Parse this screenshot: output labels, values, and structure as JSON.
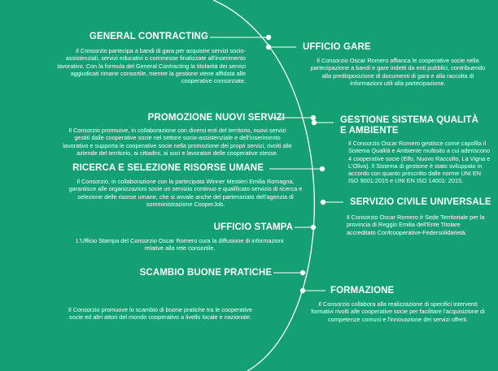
{
  "colors": {
    "background": "#14a073",
    "text": "#ffffff",
    "lines": "#ffffff"
  },
  "sections": {
    "general_contracting": {
      "title": "GENERAL CONTRACTING",
      "text": "Il Consorzio partecipa a bandi di gara per acquisire servizi socio-assistenziali, servizi educativi o commesse finalizzate all'inserimento lavorativo. Con la formula del General Contracting la titolarità dei servizi aggiudicati rimane consortile, mentre la gestione viene affidata alle cooperative consorziate."
    },
    "promozione_nuovi_servizi": {
      "title": "PROMOZIONE NUOVI SERVIZI",
      "text": "Il Consorzio promuove, in collaborazione con diversi enti del territorio, nuovi servizi gestiti dalle cooperative socie nel settore socio-assistenziale e dell'inserimento lavorativo e supporta le cooperative socie nella promozione dei propri servizi, rivolti alle aziende del territorio, ai cittadini, ai soci e lavoratori delle cooperative stesse."
    },
    "ricerca_selezione": {
      "title": "RICERCA E SELEZIONE RISORSE UMANE",
      "text": "Il Consorzio, in collaborazione con la partecipata Winner Mestieri Emilia Romagna, garantisce alle organizzazioni socie un servizio continuo e qualificato servizio di ricerca e selezione delle risorse umane, che si avvale anche del partenariato dell'agenzia di somministrazione CooperJob."
    },
    "ufficio_stampa": {
      "title": "UFFICIO STAMPA",
      "text": "L'Ufficio Stampa del Consorzio Oscar Romero cura la diffusione di informazioni relative alla rete consortile."
    },
    "scambio_buone_pratiche": {
      "title": "SCAMBIO BUONE PRATICHE",
      "text": "Il Consorzio promuove lo scambio di buone pratiche tra le cooperative socie ed altri attori del mondo cooperativo a livello locale e nazionale."
    },
    "ufficio_gare": {
      "title": "UFFICIO GARE",
      "text": "Il Consorzio Oscar Romero affianca le cooperative socie nella partecipazione a bandi e gare indetti da enti pubblici, contribuendo alla predisposizione di documenti di gara e alla raccolta di informazioni utili alla partecipazione."
    },
    "gestione_qualita": {
      "title_line1": "GESTIONE SISTEMA QUALITÀ",
      "title_line2": "E AMBIENTE",
      "text": "Il Consorzio Oscar Romero gestisce come capofila il Sistema Qualità e Ambiente multisito a cui aderiscono 4 cooperative socie (Elfo, Nuovo Raccolto, La Vigna e L'Oliva). Il Sistema di gestione è stato sviluppato in accordo con quanto prescritto dalle norme UNI EN ISO 9001:2015 e UNI EN ISO 14001: 2015."
    },
    "servizio_civile": {
      "title": "SERVIZIO CIVILE UNIVERSALE",
      "text": "Il Consorzio Oscar Romero è Sede Territoriale per la provincia di Reggio Emilia dell'Ente Titolare accreditato Confcooperative-Federsolidarietà."
    },
    "formazione": {
      "title": "FORMAZIONE",
      "text": "Il Consorzio collabora alla realizzazione di specifici interventi formativi rivolti alle cooperative socie per facilitare l'acquisizione di competenze comuni e l'innovazione dei servizi offerti."
    }
  }
}
